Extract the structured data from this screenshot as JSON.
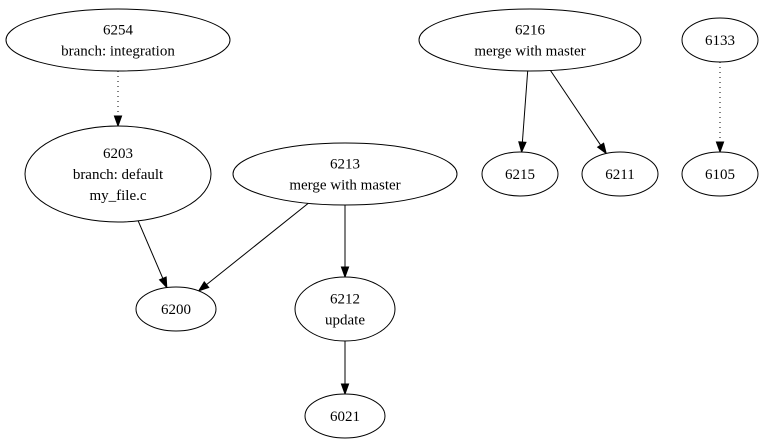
{
  "graph": {
    "nodes": [
      {
        "id": "n6254",
        "lines": [
          "6254",
          "branch: integration"
        ]
      },
      {
        "id": "n6203",
        "lines": [
          "6203",
          "branch: default",
          "my_file.c"
        ]
      },
      {
        "id": "n6213",
        "lines": [
          "6213",
          "merge with master"
        ]
      },
      {
        "id": "n6200",
        "lines": [
          "6200"
        ]
      },
      {
        "id": "n6212",
        "lines": [
          "6212",
          "update"
        ]
      },
      {
        "id": "n6021",
        "lines": [
          "6021"
        ]
      },
      {
        "id": "n6216",
        "lines": [
          "6216",
          "merge with master"
        ]
      },
      {
        "id": "n6215",
        "lines": [
          "6215"
        ]
      },
      {
        "id": "n6211",
        "lines": [
          "6211"
        ]
      },
      {
        "id": "n6133",
        "lines": [
          "6133"
        ]
      },
      {
        "id": "n6105",
        "lines": [
          "6105"
        ]
      }
    ],
    "edges": [
      {
        "from": "n6254",
        "to": "n6203",
        "style": "dotted"
      },
      {
        "from": "n6203",
        "to": "n6200",
        "style": "solid"
      },
      {
        "from": "n6213",
        "to": "n6200",
        "style": "solid"
      },
      {
        "from": "n6213",
        "to": "n6212",
        "style": "solid"
      },
      {
        "from": "n6212",
        "to": "n6021",
        "style": "solid"
      },
      {
        "from": "n6216",
        "to": "n6215",
        "style": "solid"
      },
      {
        "from": "n6216",
        "to": "n6211",
        "style": "solid"
      },
      {
        "from": "n6133",
        "to": "n6105",
        "style": "dotted"
      }
    ]
  }
}
